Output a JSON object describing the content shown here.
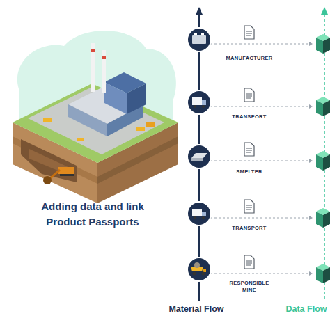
{
  "diagram": {
    "title": "Adding data and link Product Passports",
    "labels": [
      "MANUFACTURER",
      "TRANSPORT",
      "SMELTER",
      "TRANSPORT",
      "RESPONSIBLE MINE",
      "Material Flow",
      "Data Flow"
    ]
  }
}
